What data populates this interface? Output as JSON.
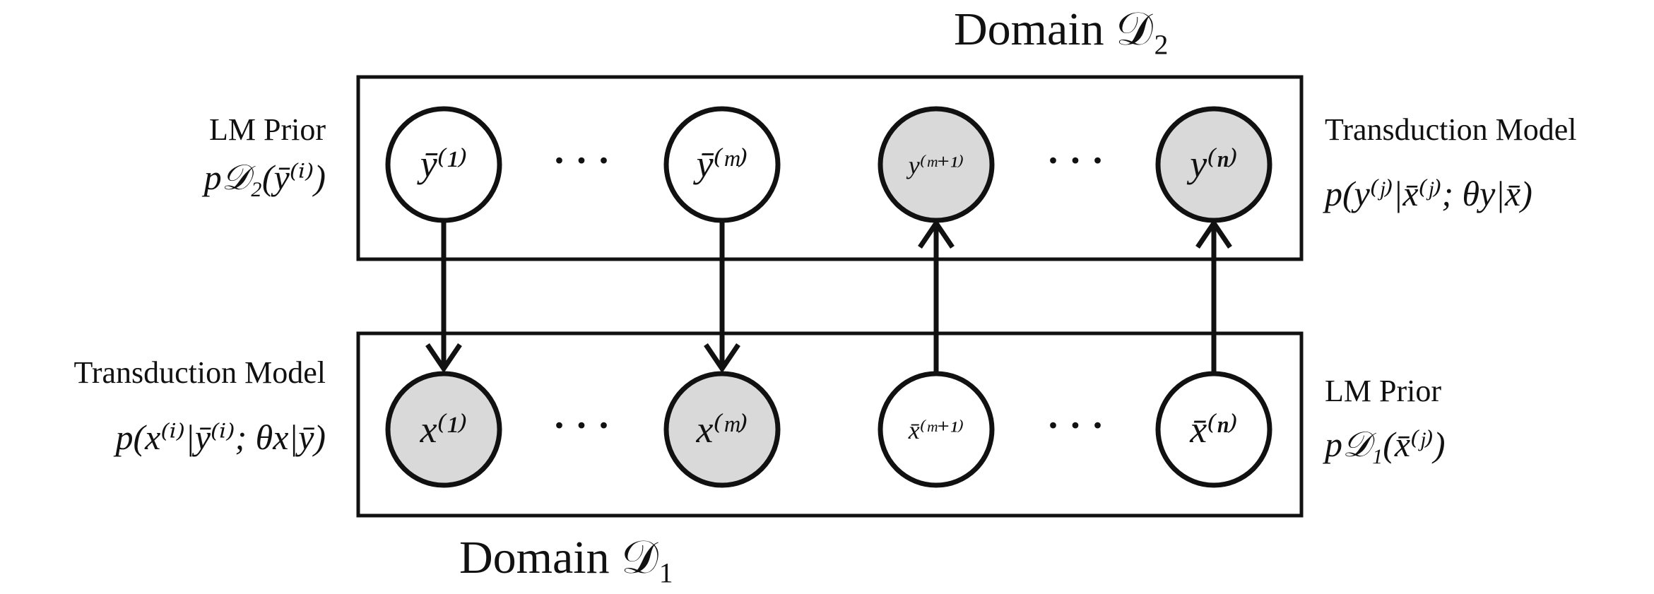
{
  "domains": {
    "top": "Domain 𝒟₂",
    "bottom": "Domain 𝒟₁"
  },
  "left_labels": {
    "top_title": "LM Prior",
    "top_formula": "p𝒟₂(ȳ⁽ⁱ⁾)",
    "bottom_title": "Transduction Model",
    "bottom_formula": "p(x⁽ⁱ⁾|ȳ⁽ⁱ⁾; θx|ȳ)"
  },
  "right_labels": {
    "top_title": "Transduction Model",
    "top_formula": "p(y⁽ʲ⁾|x̄⁽ʲ⁾; θy|x̄)",
    "bottom_title": "LM Prior",
    "bottom_formula": "p𝒟₁(x̄⁽ʲ⁾)"
  },
  "nodes": {
    "top": [
      {
        "label": "ȳ⁽¹⁾",
        "observed": false
      },
      {
        "label": "ȳ⁽ᵐ⁾",
        "observed": false
      },
      {
        "label": "y⁽ᵐ⁺¹⁾",
        "observed": true
      },
      {
        "label": "y⁽ⁿ⁾",
        "observed": true
      }
    ],
    "bottom": [
      {
        "label": "x⁽¹⁾",
        "observed": true
      },
      {
        "label": "x⁽ᵐ⁾",
        "observed": true
      },
      {
        "label": "x̄⁽ᵐ⁺¹⁾",
        "observed": false
      },
      {
        "label": "x̄⁽ⁿ⁾",
        "observed": false
      }
    ]
  },
  "ellipsis": "· · ·",
  "colors": {
    "observed_fill": "#d9d9d9",
    "unobserved_fill": "#ffffff",
    "stroke": "#111111"
  }
}
